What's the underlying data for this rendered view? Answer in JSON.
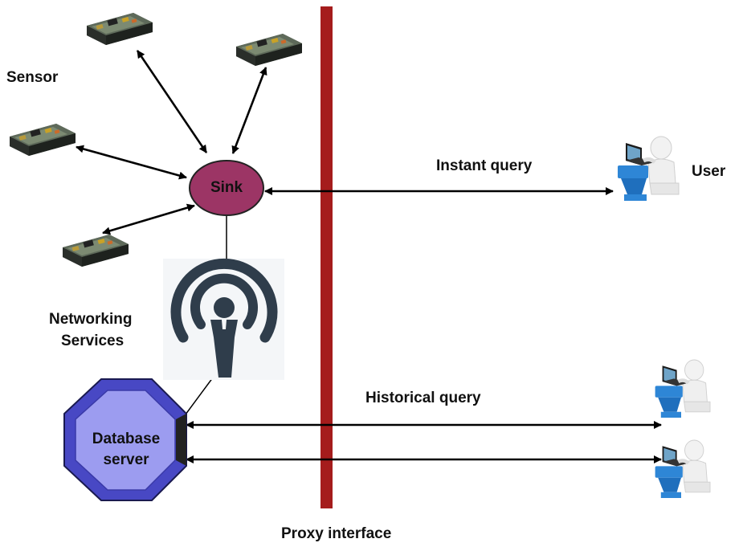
{
  "labels": {
    "sensor": "Sensor",
    "sink": "Sink",
    "networking_line1": "Networking",
    "networking_line2": "Services",
    "database_line1": "Database",
    "database_line2": "server",
    "instant_query": "Instant query",
    "user": "User",
    "historical_query": "Historical query",
    "proxy_interface": "Proxy interface"
  },
  "colors": {
    "sink_fill": "#9c3565",
    "proxy_bar": "#a51c1c",
    "database_fill": "#9c9cf0",
    "user_blue": "#2e86d6",
    "wifi_icon": "#2f3d4b"
  },
  "icons": {
    "sensor": "sensor-board-icon",
    "networking": "broadcast-person-icon",
    "user": "user-at-laptop-icon"
  }
}
